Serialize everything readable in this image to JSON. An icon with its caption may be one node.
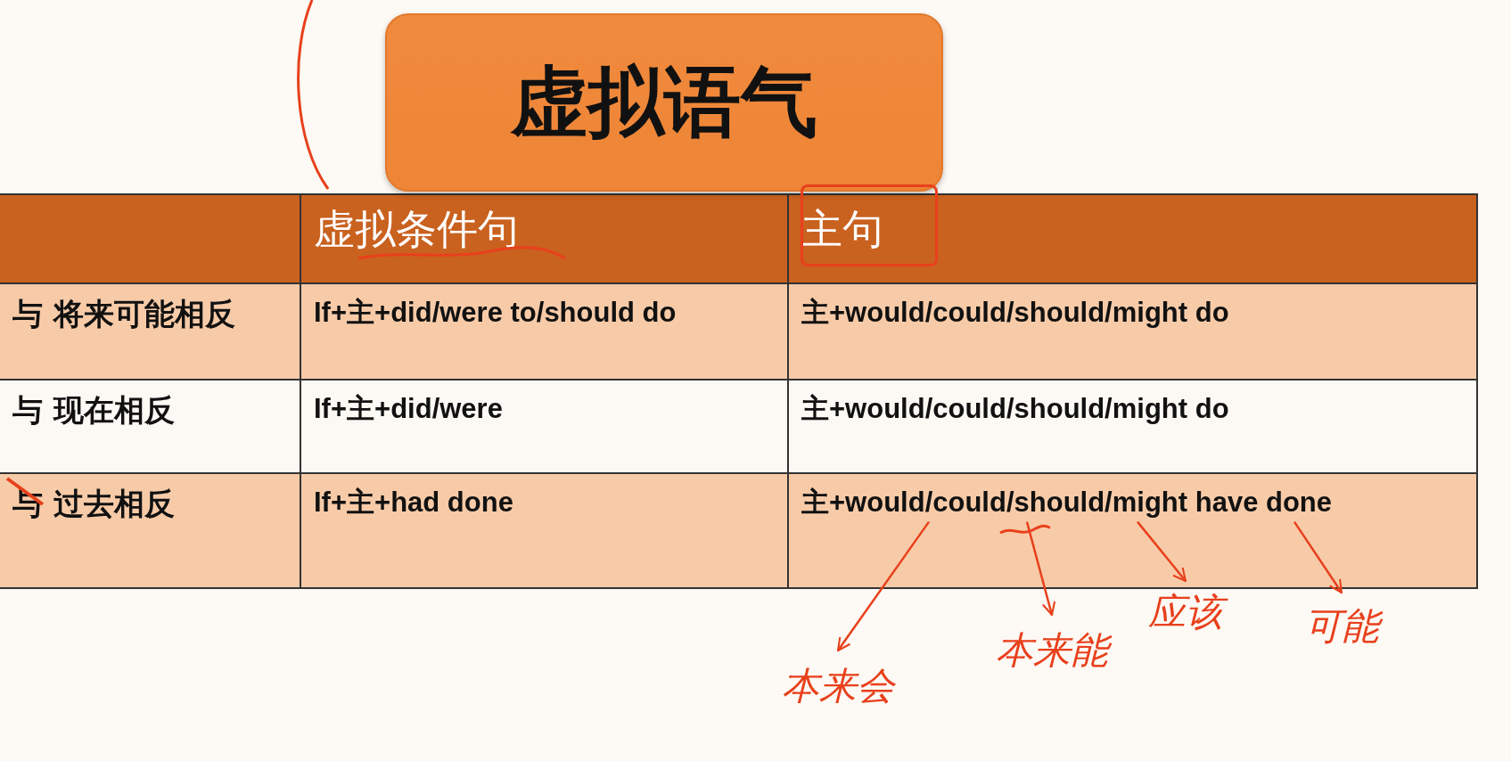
{
  "diagram": {
    "nodes": [
      {
        "text": [
          "虚拟语气"
        ]
      },
      {
        "text": [],
        "shape": "box"
      },
      {
        "text": [
          "主+would/could/should/might have done"
        ]
      },
      {
        "text": [
          "本来会"
        ]
      },
      {
        "text": [
          "本来能"
        ]
      },
      {
        "text": [
          "应该"
        ]
      },
      {
        "text": [
          "可能"
        ]
      }
    ],
    "edges": [
      {
        "from": 2,
        "to": 3,
        "arrow": "to"
      },
      {
        "from": 2,
        "to": 4,
        "arrow": "to"
      },
      {
        "from": 2,
        "to": 5,
        "arrow": "to"
      },
      {
        "from": 2,
        "to": 6,
        "arrow": "to"
      }
    ],
    "labels": [
      "虚拟条件句",
      "主句",
      "与 将来可能相反",
      "If+主+did/were to/should do",
      "主+would/could/should/might do",
      "与 现在相反",
      "If+主+did/were",
      "主+would/could/should/might do",
      "与 过去相反",
      "If+主+had done"
    ]
  }
}
